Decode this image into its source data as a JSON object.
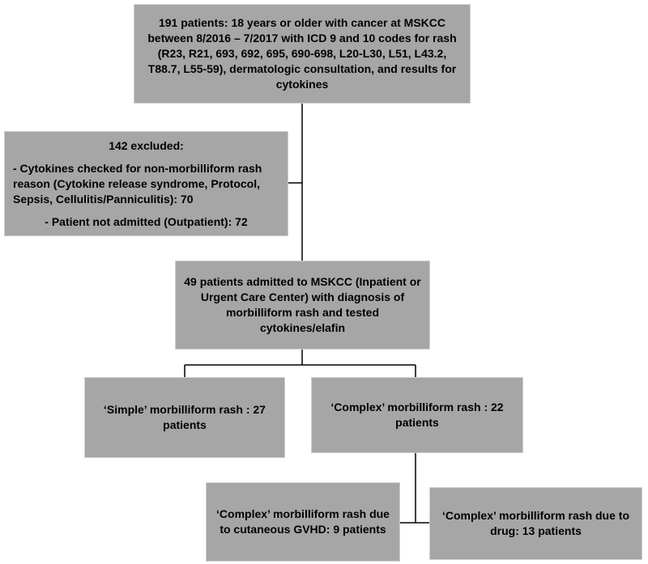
{
  "nodes": {
    "initial": "191 patients: 18 years or older with cancer at MSKCC between 8/2016 – 7/2017 with ICD 9 and 10 codes for rash (R23, R21, 693, 692, 695, 690-698, L20-L30, L51, L43.2, T88.7, L55-59), dermatologic consultation, and results for cytokines",
    "excluded": {
      "title": "142 excluded:",
      "items": [
        "- Cytokines checked for non-morbilliform rash reason (Cytokine release syndrome, Protocol, Sepsis, Cellulitis/Panniculitis): 70",
        "- Patient not admitted (Outpatient): 72"
      ]
    },
    "admitted": "49 patients admitted to MSKCC (Inpatient or Urgent Care Center) with diagnosis of morbilliform rash and tested cytokines/elafin",
    "simple": "‘Simple’ morbilliform rash : 27 patients",
    "complex": "‘Complex’ morbilliform rash : 22 patients",
    "gvhd": "‘Complex’ morbilliform rash due to cutaneous GVHD: 9 patients",
    "drug": "‘Complex’ morbilliform rash due to drug: 13 patients"
  },
  "colors": {
    "box_fill": "#a6a6a6",
    "line": "#000000",
    "text": "#000000"
  }
}
